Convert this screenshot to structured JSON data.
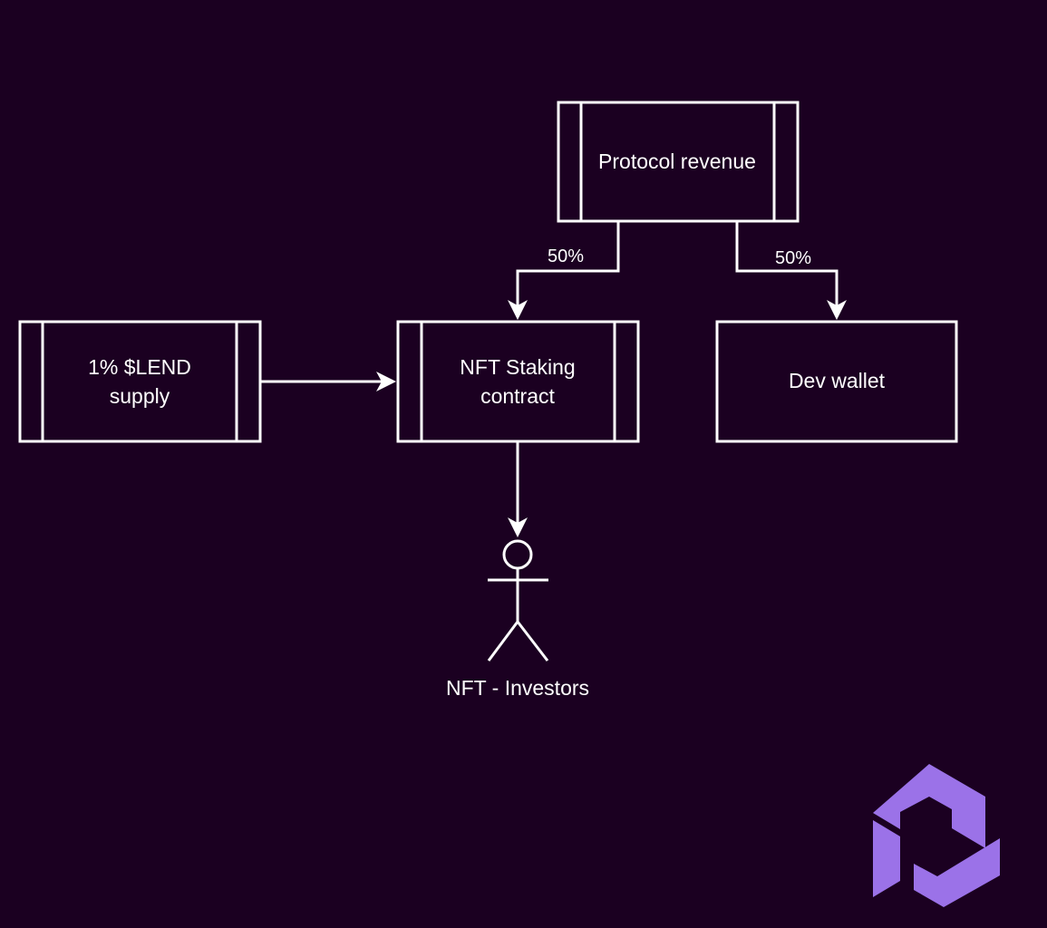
{
  "diagram": {
    "nodes": {
      "protocol_revenue": {
        "label": "Protocol revenue",
        "shape": "process"
      },
      "lend_supply": {
        "label_line1": "1% $LEND",
        "label_line2": "supply",
        "shape": "process"
      },
      "nft_staking": {
        "label_line1": "NFT Staking",
        "label_line2": "contract",
        "shape": "process"
      },
      "dev_wallet": {
        "label": "Dev wallet",
        "shape": "rectangle"
      },
      "investors": {
        "label": "NFT - Investors",
        "shape": "actor"
      }
    },
    "edges": {
      "revenue_to_staking": {
        "from": "Protocol revenue",
        "to": "NFT Staking contract",
        "label": "50%"
      },
      "revenue_to_dev": {
        "from": "Protocol revenue",
        "to": "Dev wallet",
        "label": "50%"
      },
      "supply_to_staking": {
        "from": "1% $LEND supply",
        "to": "NFT Staking contract",
        "label": ""
      },
      "staking_to_investors": {
        "from": "NFT Staking contract",
        "to": "NFT - Investors",
        "label": ""
      }
    },
    "logo": {
      "icon": "hexagon-arrow-logo-icon",
      "color": "#9b72e8"
    },
    "colors": {
      "background": "#1b0021",
      "stroke": "#ffffff",
      "text": "#ffffff"
    }
  }
}
